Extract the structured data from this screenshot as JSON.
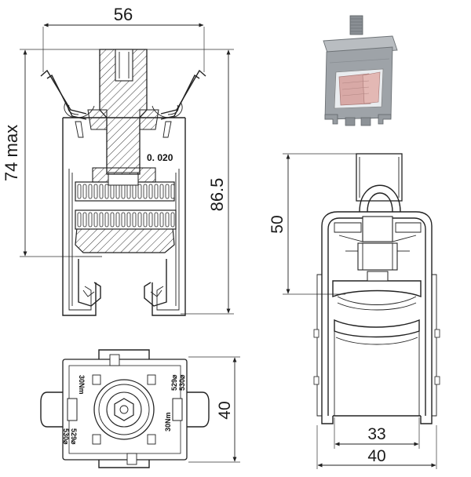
{
  "front_view": {
    "width_label": "56",
    "height_max_label": "74 max",
    "height_label": "86.5",
    "part_note": "0. 020"
  },
  "side_view": {
    "height_label": "50",
    "inner_width_label": "33",
    "outer_width_label": "40"
  },
  "top_view": {
    "height_label": "40",
    "torque_left": "30Nm",
    "torque_right": "30Nm",
    "code_a_left": "529",
    "code_b_left": "530",
    "code_a_right": "529",
    "code_b_right": "530",
    "code_suffix": "⌀"
  },
  "product_photo": {
    "color_body": "#9ea3a8",
    "color_insert": "#d8a9a6"
  }
}
